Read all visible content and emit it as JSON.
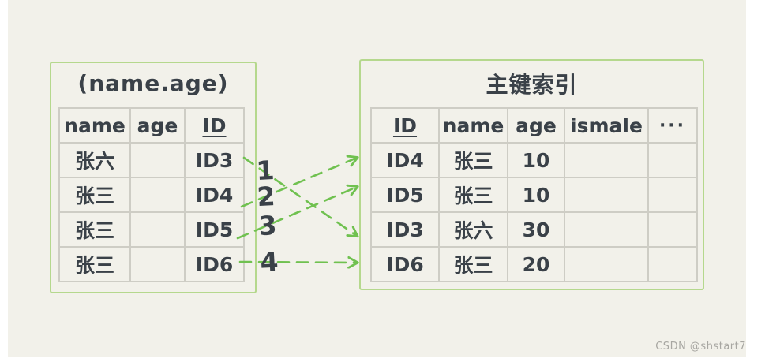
{
  "colors": {
    "page_bg": "#ffffff",
    "canvas_bg": "#f2f1ea",
    "panel_border": "#b5d88d",
    "table_border": "#cecdc5",
    "text": "#3a4148",
    "arrow": "#70c150",
    "watermark": "#a8a7a2"
  },
  "left_table": {
    "title": "(name.age)",
    "headers": [
      "name",
      "age",
      "ID"
    ],
    "rows": [
      [
        "张六",
        "",
        "ID3"
      ],
      [
        "张三",
        "",
        "ID4"
      ],
      [
        "张三",
        "",
        "ID5"
      ],
      [
        "张三",
        "",
        "ID6"
      ]
    ]
  },
  "right_table": {
    "title": "主键索引",
    "headers": [
      "ID",
      "name",
      "age",
      "ismale",
      "···"
    ],
    "rows": [
      [
        "ID4",
        "张三",
        "10",
        "",
        ""
      ],
      [
        "ID5",
        "张三",
        "10",
        "",
        ""
      ],
      [
        "ID3",
        "张六",
        "30",
        "",
        ""
      ],
      [
        "ID6",
        "张三",
        "20",
        "",
        ""
      ]
    ]
  },
  "sequence_labels": [
    "1",
    "2",
    "3",
    "4"
  ],
  "arrows": [
    {
      "from": "ID3",
      "to": "ID3"
    },
    {
      "from": "ID4",
      "to": "ID4"
    },
    {
      "from": "ID5",
      "to": "ID5"
    },
    {
      "from": "ID6",
      "to": "ID6"
    }
  ],
  "watermark": "CSDN @shstart7"
}
